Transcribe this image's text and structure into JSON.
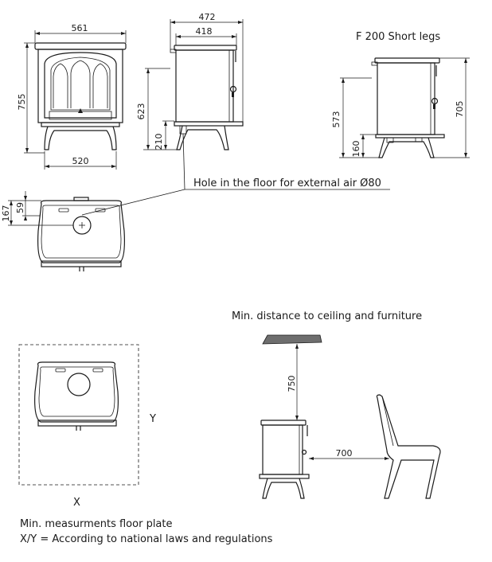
{
  "dimensions": {
    "front_width": "561",
    "front_height": "755",
    "front_leg_span": "520",
    "side_depth_total": "472",
    "side_depth_body": "418",
    "side_outlet_height": "623",
    "side_leg_height": "210",
    "short_outlet_height": "573",
    "short_leg_height": "160",
    "short_total_height": "705",
    "top_offset_large": "167",
    "top_offset_small": "59",
    "ceiling_distance": "750",
    "furniture_distance": "700"
  },
  "labels": {
    "short_legs_title": "F 200 Short legs",
    "hole_note": "Hole in the floor for external air Ø80",
    "ceiling_furniture_title": "Min. distance to ceiling and furniture",
    "axis_x": "X",
    "axis_y": "Y",
    "floor_plate_note": "Min. measurments floor plate",
    "xy_note": "X/Y = According to national laws and regulations"
  }
}
